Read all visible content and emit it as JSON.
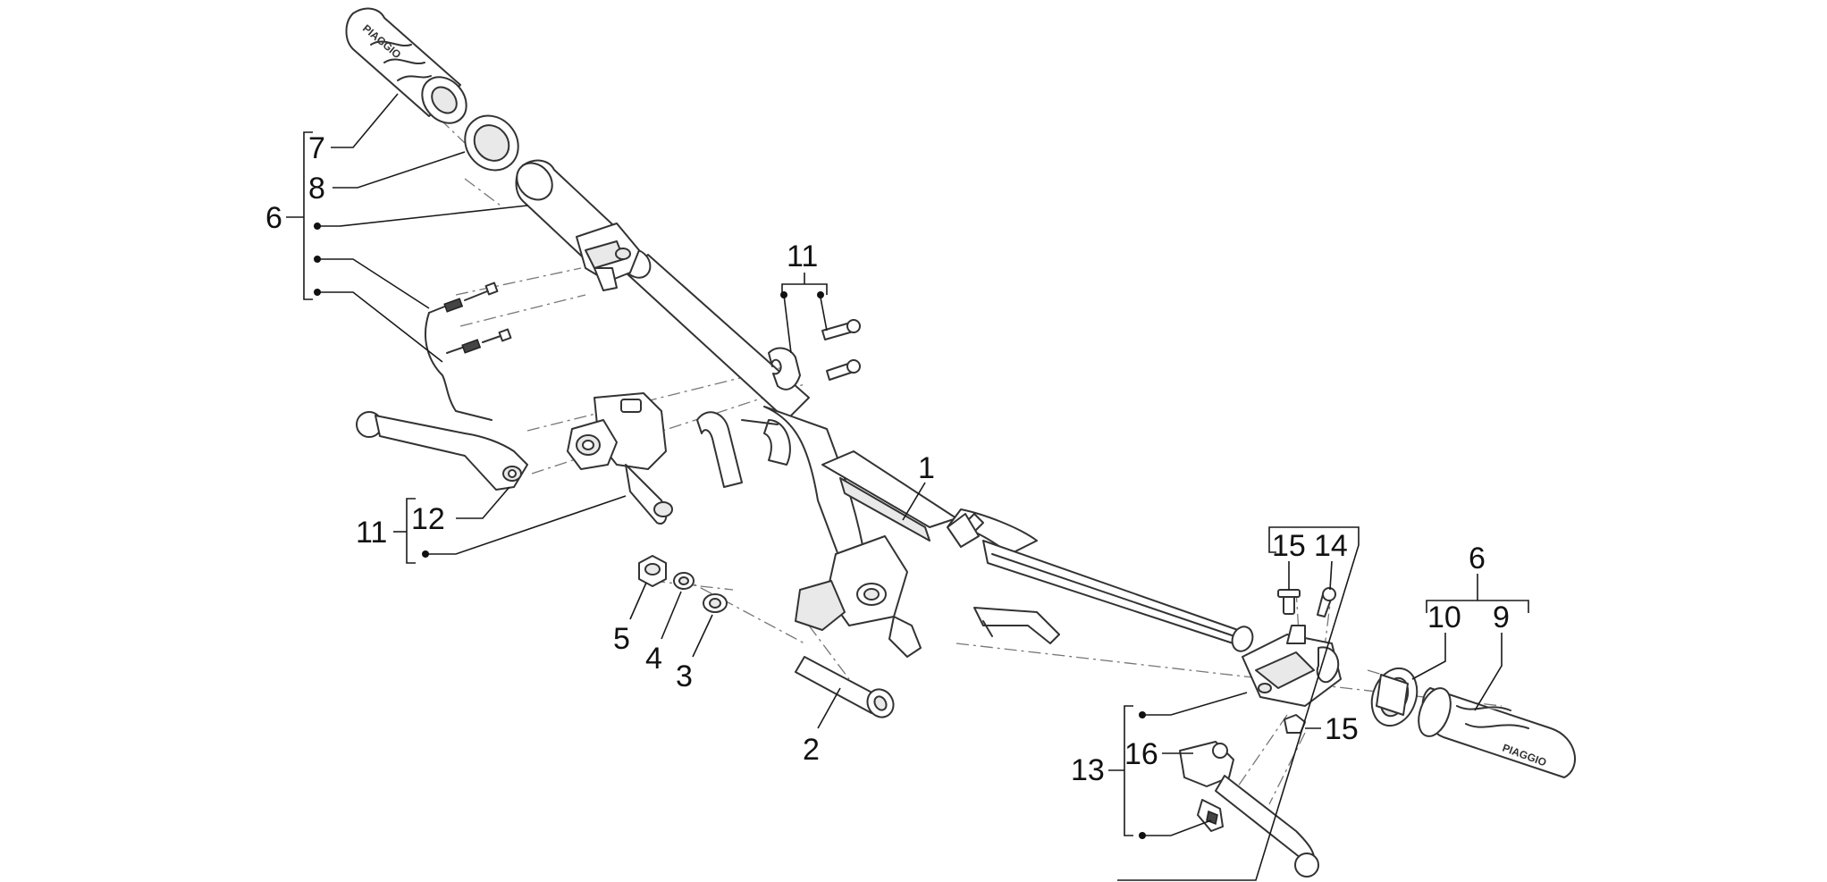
{
  "brand": "PIAGGIO",
  "callouts": {
    "c1": "1",
    "c2": "2",
    "c3": "3",
    "c4": "4",
    "c5": "5",
    "c6_left": "6",
    "c7": "7",
    "c8": "8",
    "c11_top": "11",
    "c11_left": "11",
    "c12": "12",
    "c13": "13",
    "c15_top": "15",
    "c14": "14",
    "c15_side": "15",
    "c16": "16",
    "c6_right": "6",
    "c10": "10",
    "c9": "9"
  }
}
